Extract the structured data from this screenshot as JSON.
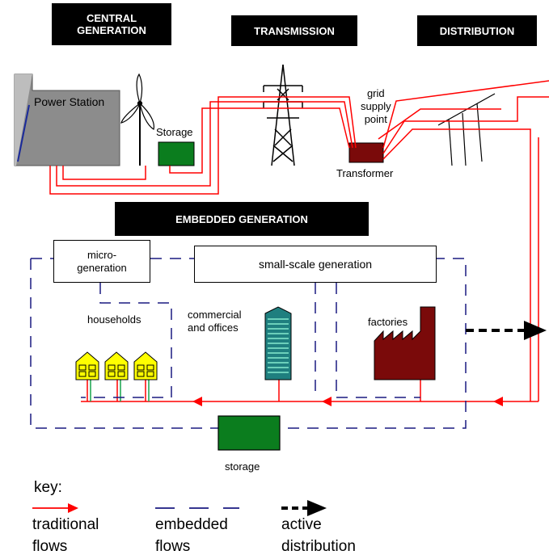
{
  "headers": {
    "central": "CENTRAL\nGENERATION",
    "transmission": "TRANSMISSION",
    "distribution": "DISTRIBUTION",
    "embedded": "EMBEDDED GENERATION"
  },
  "labels": {
    "power_station": "Power Station",
    "storage_top": "Storage",
    "grid_supply_point": "grid\nsupply\npoint",
    "transformer": "Transformer",
    "micro_generation": "micro-\ngeneration",
    "small_scale_generation": "small-scale generation",
    "households": "households",
    "commercial": "commercial\nand offices",
    "factories": "factories",
    "storage_bottom": "storage"
  },
  "key": {
    "title": "key:",
    "traditional": "traditional\nflows",
    "embedded": "embedded\nflows",
    "active": "active\ndistribution"
  },
  "colors": {
    "traditional_flow": "#ff0000",
    "embedded_flow": "#1a1a80",
    "storage_fill": "#0b7d1e",
    "factory_fill": "#7a0a0a",
    "house_fill": "#ffff00",
    "office_fill": "#1f7f7f"
  }
}
